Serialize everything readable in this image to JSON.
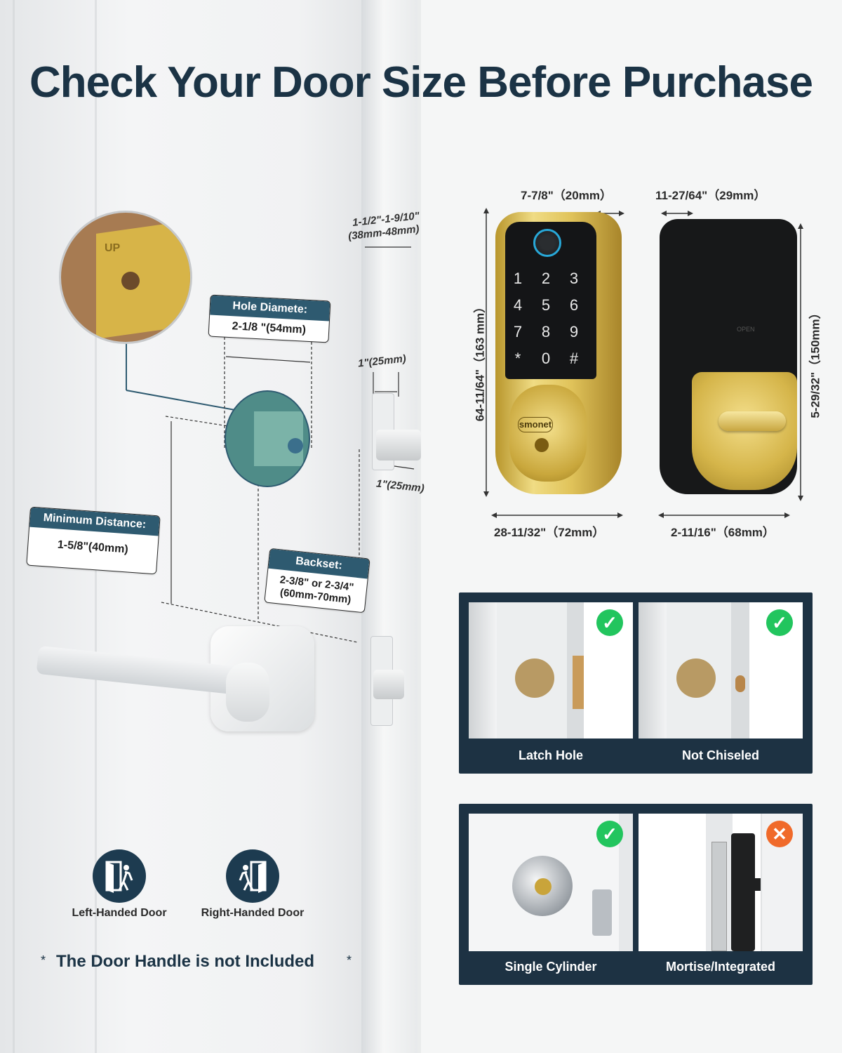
{
  "title": "Check Your Door Size Before Purchase",
  "door_diagram": {
    "door_thickness": {
      "imperial": "1-1/2\"-1-9/10\"",
      "metric": "(38mm-48mm)"
    },
    "hole_diameter": {
      "label": "Hole Diamete:",
      "value": "2-1/8 \"(54mm)"
    },
    "minimum_distance": {
      "label": "Minimum Distance:",
      "value": "1-5/8\"(40mm)"
    },
    "backset": {
      "label": "Backset:",
      "value_line1": "2-3/8\" or 2-3/4\"",
      "value_line2": "(60mm-70mm)"
    },
    "latch_height": "1\"(25mm)",
    "latch_width": "1\"(25mm)",
    "zoom_marker": "UP"
  },
  "lock_front": {
    "brand": "smonet",
    "keys": [
      "1",
      "2",
      "3",
      "4",
      "5",
      "6",
      "7",
      "8",
      "9",
      "*",
      "0",
      "#"
    ],
    "depth": "7-7/8\"（20mm）",
    "height": "64-11/64\"（163 mm）",
    "width": "28-11/32\"（72mm）"
  },
  "lock_back": {
    "depth": "11-27/64\"（29mm）",
    "height": "5-29/32\"（150mm）",
    "width": "2-11/16\"（68mm）",
    "marking": "OPEN"
  },
  "panel_top": {
    "items": [
      {
        "caption": "Latch Hole",
        "status": "ok"
      },
      {
        "caption": "Not Chiseled",
        "status": "ok"
      }
    ]
  },
  "panel_bottom": {
    "items": [
      {
        "caption": "Single Cylinder",
        "status": "ok"
      },
      {
        "caption": "Mortise/Integrated",
        "status": "no"
      }
    ]
  },
  "handing": [
    {
      "caption": "Left-Handed Door"
    },
    {
      "caption": "Right-Handed Door"
    }
  ],
  "footnote": "The Door Handle is not Included",
  "colors": {
    "brand_dark": "#1b3345",
    "panel": "#1d3243",
    "check": "#22c55e",
    "cross": "#f06a2a",
    "gold": "#d7b94a"
  }
}
